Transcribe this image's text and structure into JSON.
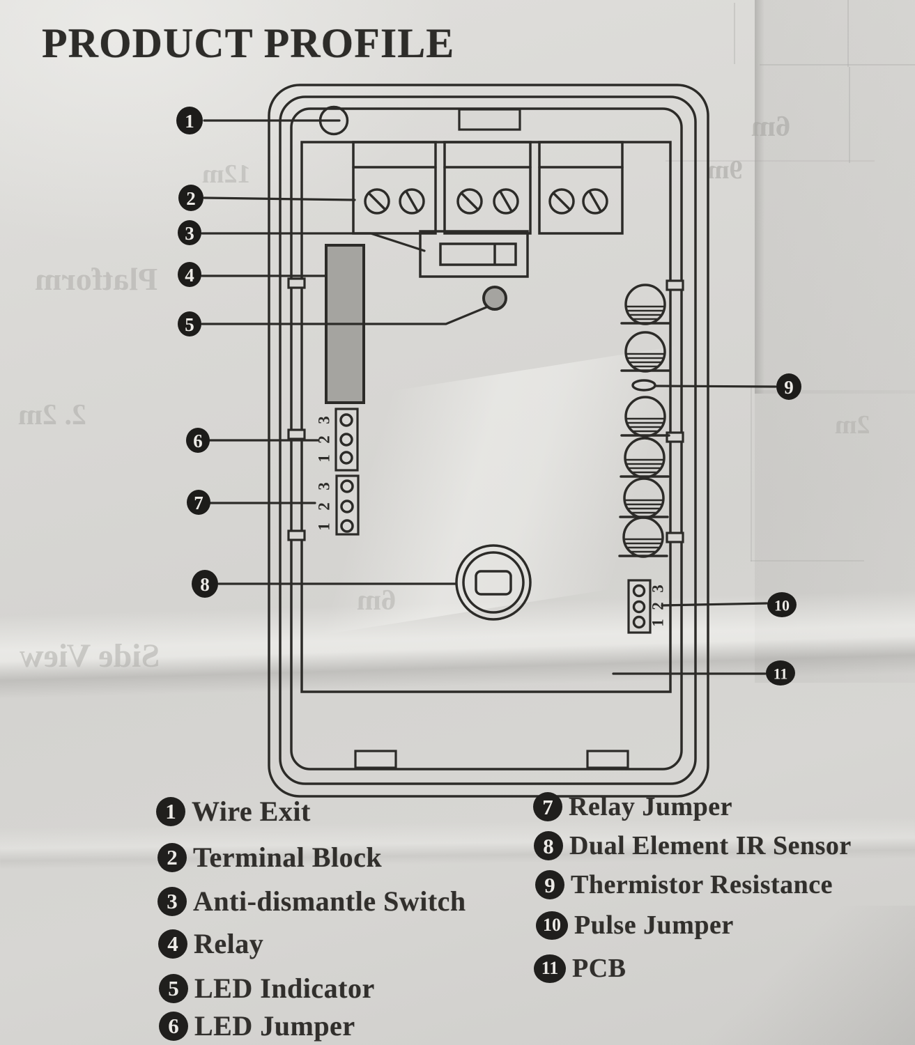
{
  "title": "PRODUCT PROFILE",
  "diagram": {
    "callouts": [
      {
        "n": "1"
      },
      {
        "n": "2"
      },
      {
        "n": "3"
      },
      {
        "n": "4"
      },
      {
        "n": "5"
      },
      {
        "n": "6"
      },
      {
        "n": "7"
      },
      {
        "n": "8"
      },
      {
        "n": "9"
      },
      {
        "n": "10"
      },
      {
        "n": "11"
      }
    ],
    "pin_labels": [
      "1",
      "2",
      "3"
    ]
  },
  "legend": {
    "left": [
      {
        "num": "1",
        "label": "Wire Exit"
      },
      {
        "num": "2",
        "label": "Terminal Block"
      },
      {
        "num": "3",
        "label": "Anti-dismantle Switch"
      },
      {
        "num": "4",
        "label": "Relay"
      },
      {
        "num": "5",
        "label": "LED Indicator"
      },
      {
        "num": "6",
        "label": "LED Jumper"
      }
    ],
    "right": [
      {
        "num": "7",
        "label": "Relay Jumper"
      },
      {
        "num": "8",
        "label": "Dual Element IR Sensor"
      },
      {
        "num": "9",
        "label": "Thermistor Resistance"
      },
      {
        "num": "10",
        "label": "Pulse Jumper"
      },
      {
        "num": "11",
        "label": "PCB"
      }
    ]
  },
  "ghost_texts": {
    "g1": "6m",
    "g2": "9m",
    "g3": "12m",
    "g4": "Platform",
    "g5": "2. 2m",
    "g6": "2m",
    "g7": "6m",
    "g8": "Side View"
  },
  "colors": {
    "paper": "#d8d7d4",
    "ink": "#2c2b28",
    "relay_fill": "#a5a4a0",
    "led_fill": "#a3a29e",
    "badge": "#1d1c1a"
  }
}
